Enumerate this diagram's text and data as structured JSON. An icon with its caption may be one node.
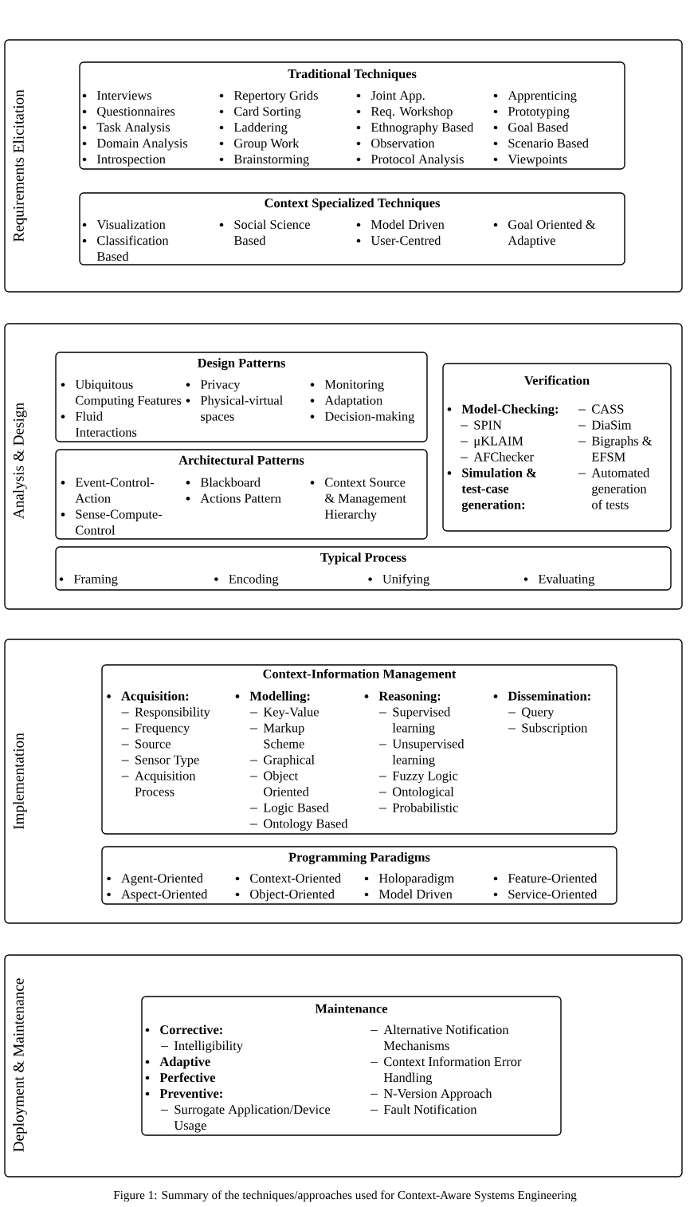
{
  "diagram": {
    "caption": "Figure 1: Summary of the techniques/approaches used for Context-Aware Systems Engineering",
    "nodes": [
      {
        "text": [
          "Requirements Elicitation"
        ]
      },
      {
        "text": [
          "Traditional Techniques",
          "Interviews",
          "Questionnaires",
          "Task Analysis",
          "Domain Analysis",
          "Introspection",
          "Repertory Grids",
          "Card Sorting",
          "Laddering",
          "Group Work",
          "Brainstorming",
          "Joint App.",
          "Req. Workshop",
          "Ethnography Based",
          "Observation",
          "Protocol Analysis",
          "Apprenticing",
          "Prototyping",
          "Goal Based",
          "Scenario Based",
          "Viewpoints"
        ],
        "in": 0
      },
      {
        "text": [
          "Context Specialized Techniques",
          "Visualization",
          "Classification Based",
          "Social Science Based",
          "Model Driven",
          "User-Centred",
          "Goal Oriented & Adaptive"
        ],
        "in": 0
      },
      {
        "text": [
          "Analysis & Design"
        ]
      },
      {
        "text": [
          "Design Patterns",
          "Ubiquitous Computing Features",
          "Fluid Interactions",
          "Privacy",
          "Physical-virtual spaces",
          "Monitoring",
          "Adaptation",
          "Decision-making"
        ],
        "in": 3
      },
      {
        "text": [
          "Architectural Patterns",
          "Event-Control-Action",
          "Sense-Compute-Control",
          "Blackboard",
          "Actions Pattern",
          "Context Source & Management Hierarchy"
        ],
        "in": 3
      },
      {
        "text": [
          "Verification",
          "Model-Checking:",
          "SPIN",
          "μKLAIM",
          "AFChecker",
          "Simulation & test-case generation:",
          "CASS",
          "DiaSim",
          "Bigraphs & EFSM",
          "Automated generation of tests"
        ],
        "in": 3
      },
      {
        "text": [
          "Typical Process",
          "Framing",
          "Encoding",
          "Unifying",
          "Evaluating"
        ],
        "in": 3
      },
      {
        "text": [
          "Implementation"
        ]
      },
      {
        "text": [
          "Context-Information Management",
          "Acquisition:",
          "Responsibility",
          "Frequency",
          "Source",
          "Sensor Type",
          "Acquisition Process",
          "Modelling:",
          "Key-Value",
          "Markup Scheme",
          "Graphical",
          "Object Oriented",
          "Logic Based",
          "Ontology Based",
          "Reasoning:",
          "Supervised learning",
          "Unsupervised learning",
          "Fuzzy Logic",
          "Ontological",
          "Probabilistic",
          "Dissemination:",
          "Query",
          "Subscription"
        ],
        "in": 8
      },
      {
        "text": [
          "Programming Paradigms",
          "Agent-Oriented",
          "Aspect-Oriented",
          "Context-Oriented",
          "Object-Oriented",
          "Holoparadigm",
          "Model Driven",
          "Feature-Oriented",
          "Service-Oriented"
        ],
        "in": 8
      },
      {
        "text": [
          "Deployment & Maintenance"
        ]
      },
      {
        "text": [
          "Maintenance",
          "Corrective:",
          "Intelligibility",
          "Adaptive",
          "Perfective",
          "Preventive:",
          "Surrogate Application/Device Usage",
          "Alternative Notification Mechanisms",
          "Context Information Error Handling",
          "N-Version Approach",
          "Fault Notification"
        ],
        "in": 11
      }
    ]
  }
}
